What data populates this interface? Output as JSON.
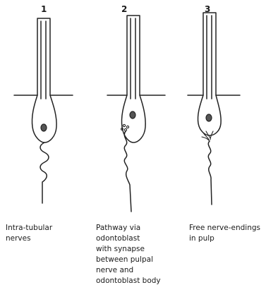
{
  "panels": [
    {
      "number": "1",
      "caption": "Intra-tubular\nnerves"
    },
    {
      "number": "2",
      "caption": "Pathway via\nodontoblast\nwith synapse\nbetween pulpal\nnerve and\nodontoblast body"
    },
    {
      "number": "3",
      "caption": "Free nerve-endings\nin pulp"
    }
  ]
}
